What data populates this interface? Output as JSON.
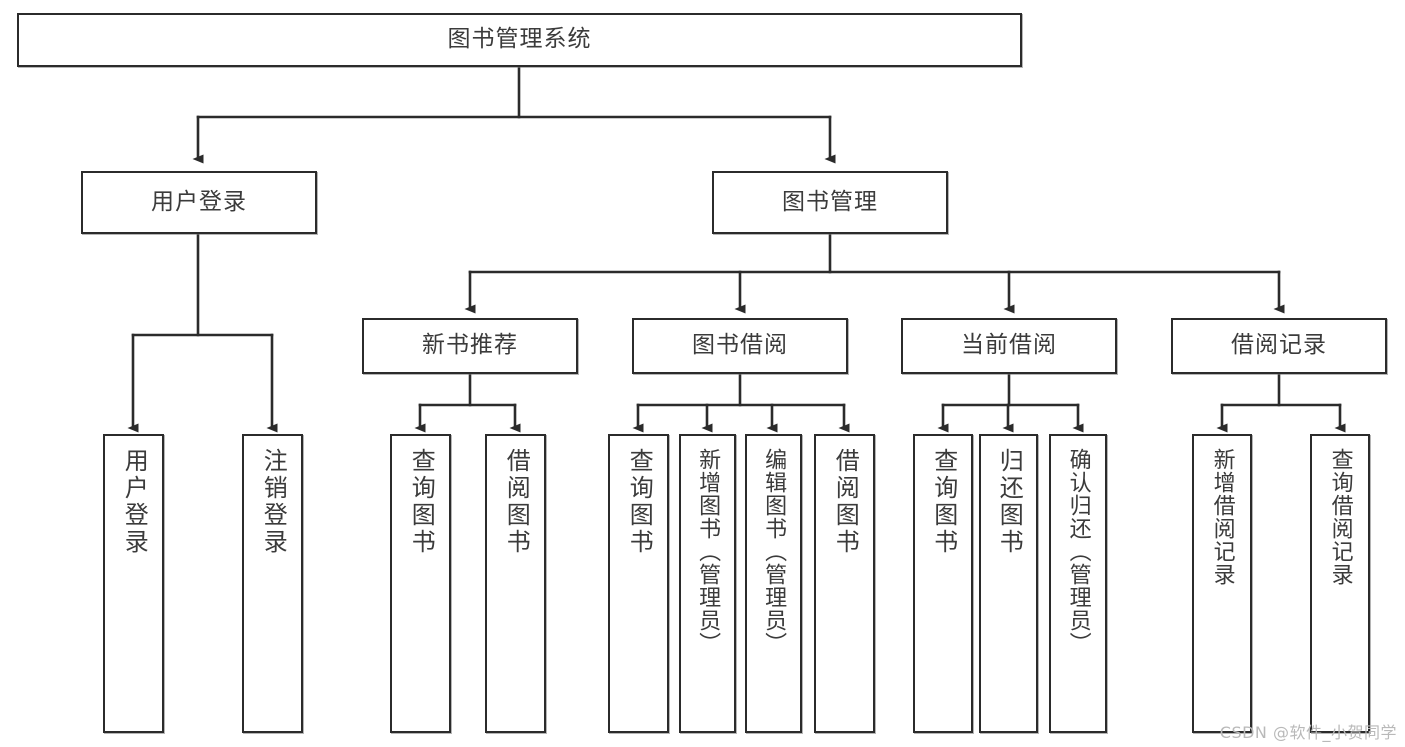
{
  "diagram": {
    "title": "图书管理系统",
    "type": "tree-hierarchy-diagram",
    "watermark": "CSDN @软件_小贺同学",
    "colors": {
      "box_border": "#2b2b2b",
      "box_fill": "#ffffff",
      "text": "#3b3b3b",
      "edge": "#2b2b2b",
      "watermark": "#b9b9b9"
    },
    "nodes": {
      "root": {
        "label": "图书管理系统"
      },
      "level2": [
        {
          "id": "user-login",
          "label": "用户登录"
        },
        {
          "id": "book-management",
          "label": "图书管理"
        }
      ],
      "level3": [
        {
          "id": "new-book-recommend",
          "label": "新书推荐"
        },
        {
          "id": "book-borrow",
          "label": "图书借阅"
        },
        {
          "id": "current-borrow",
          "label": "当前借阅"
        },
        {
          "id": "borrow-record",
          "label": "借阅记录"
        }
      ],
      "leaves": {
        "user_login": [
          {
            "id": "leaf-user-login",
            "label": "用户登录"
          },
          {
            "id": "leaf-logout-login",
            "label": "注销登录"
          }
        ],
        "new_book_recommend": [
          {
            "id": "leaf-query-book-1",
            "label": "查询图书"
          },
          {
            "id": "leaf-borrow-book-1",
            "label": "借阅图书"
          }
        ],
        "book_borrow": [
          {
            "id": "leaf-query-book-2",
            "label": "查询图书"
          },
          {
            "id": "leaf-add-book",
            "label": "新增图书（管理员）"
          },
          {
            "id": "leaf-edit-book",
            "label": "编辑图书（管理员）"
          },
          {
            "id": "leaf-borrow-book-2",
            "label": "借阅图书"
          }
        ],
        "current_borrow": [
          {
            "id": "leaf-query-book-3",
            "label": "查询图书"
          },
          {
            "id": "leaf-return-book",
            "label": "归还图书"
          },
          {
            "id": "leaf-confirm-return",
            "label": "确认归还（管理员）"
          }
        ],
        "borrow_record": [
          {
            "id": "leaf-add-borrow-record",
            "label": "新增借阅记录"
          },
          {
            "id": "leaf-query-borrow-record",
            "label": "查询借阅记录"
          }
        ]
      }
    }
  }
}
